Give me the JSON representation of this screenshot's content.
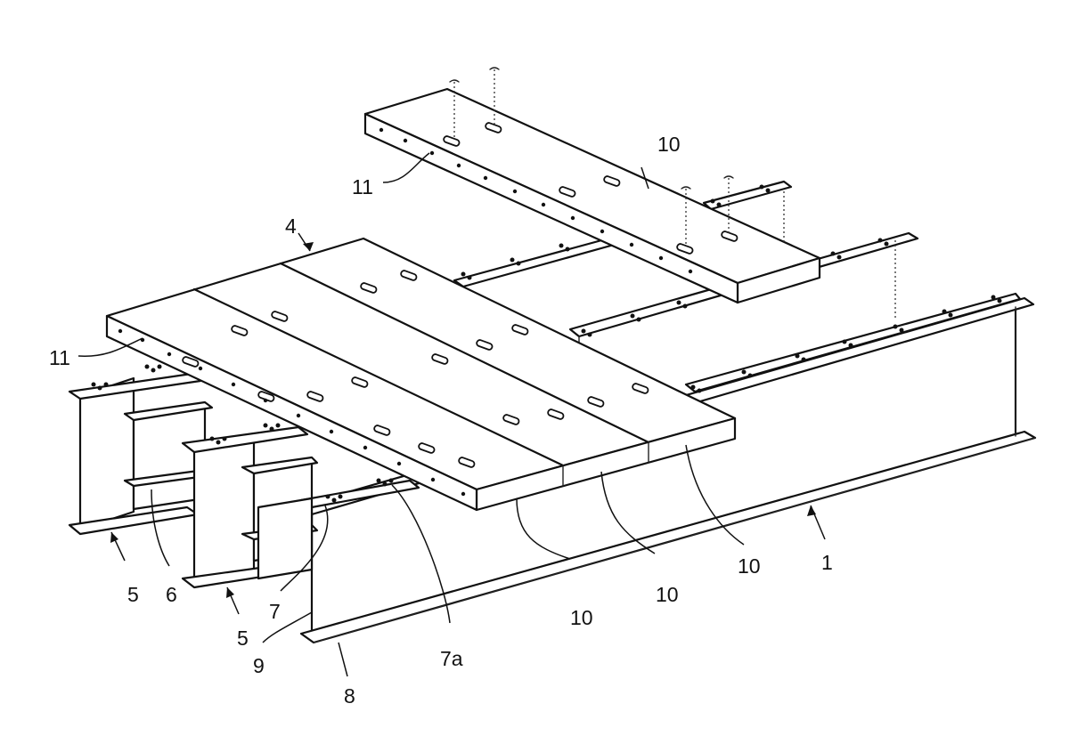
{
  "labels": {
    "main_girder": "1",
    "floor_slab_group": "4",
    "cross_beam_left": "5",
    "cross_beam_middle": "5",
    "web_plate": "6",
    "bracket": "7",
    "bracket_flange": "7a",
    "lower_flange": "8",
    "web_stiffener": "9",
    "precast_slab_top": "10",
    "precast_slab_1": "10",
    "precast_slab_2": "10",
    "precast_slab_3": "10",
    "bolt_holes_top": "11",
    "bolt_holes_left": "11"
  }
}
